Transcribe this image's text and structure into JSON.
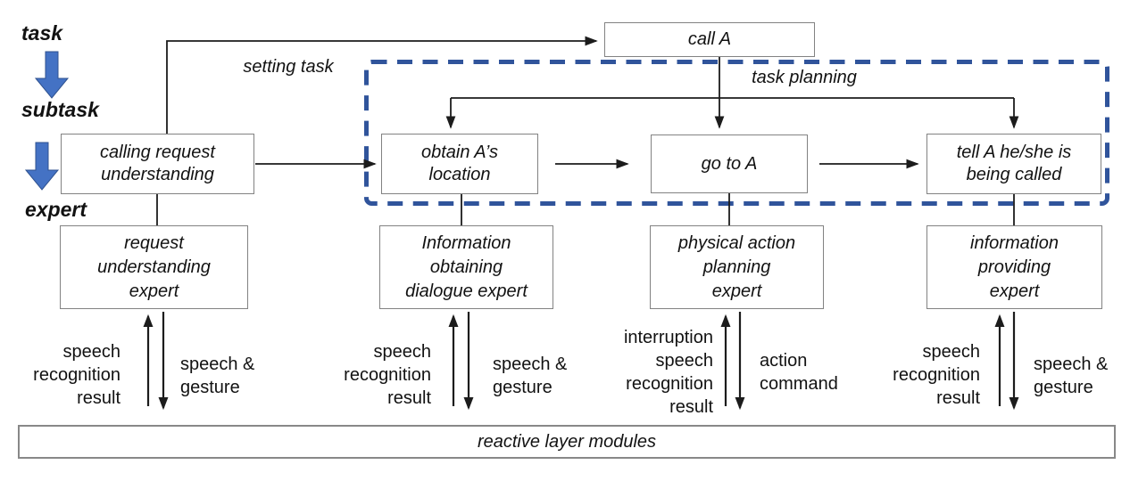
{
  "labels": {
    "task": "task",
    "subtask": "subtask",
    "expert": "expert",
    "setting_task": "setting task",
    "task_planning": "task planning",
    "call_a": "call A",
    "reactive_bar": "reactive layer modules"
  },
  "colors": {
    "blue_arrow": "#4472c4",
    "dashed_border": "#30549b",
    "box_border": "#828282",
    "line": "#1c1c1c"
  },
  "columns": [
    {
      "subtask_box": "calling request\nunderstanding",
      "expert_box": "request\nunderstanding\nexpert",
      "input_label": "speech\nrecognition\nresult",
      "output_label": "speech &\ngesture"
    },
    {
      "subtask_box": "obtain A’s\nlocation",
      "expert_box": "Information\nobtaining\ndialogue expert",
      "input_label": "speech\nrecognition\nresult",
      "output_label": "speech &\ngesture"
    },
    {
      "subtask_box": "go to A",
      "expert_box": "physical action\nplanning\nexpert",
      "input_label": "interruption\nspeech\nrecognition\nresult",
      "output_label": "action\ncommand"
    },
    {
      "subtask_box": "tell A he/she is\nbeing called",
      "expert_box": "information\nproviding\nexpert",
      "input_label": "speech\nrecognition\nresult",
      "output_label": "speech &\ngesture"
    }
  ]
}
